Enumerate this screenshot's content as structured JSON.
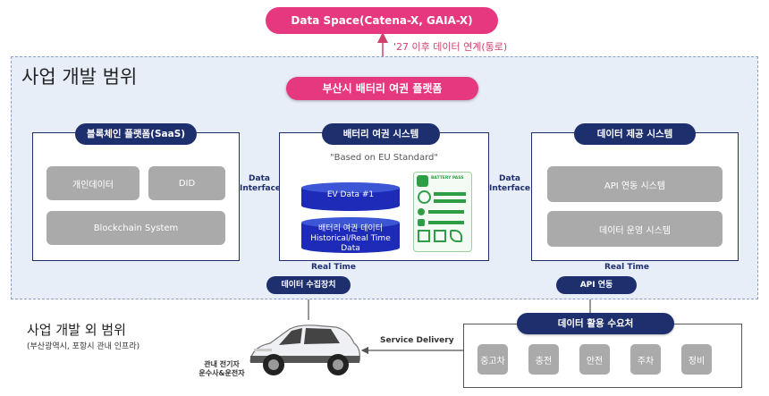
{
  "top_node": {
    "label": "Data Space(Catena-X, GAIA-X)"
  },
  "top_link_label": "'27 이후 데이터 연계(통로)",
  "scope_in_title": "사업 개발 범위",
  "center_platform": {
    "label": "부산시 배터리 여권 플랫폼"
  },
  "blockchain_panel": {
    "header": "블록체인 플랫폼(SaaS)",
    "items": [
      "개인데이터",
      "DID",
      "Blockchain System"
    ]
  },
  "passport_panel": {
    "header": "배터리 여권 시스템",
    "subtitle": "\"Based on EU Standard\"",
    "db1": "EV Data #1",
    "db2_line1": "배터리 여권 데이터",
    "db2_line2": "Historical/Real Time Data",
    "card_title": "BATTERY PASS"
  },
  "provision_panel": {
    "header": "데이터 제공 시스템",
    "items": [
      "API 연동 시스템",
      "데이터 운영 시스템"
    ]
  },
  "data_interface_label": "Data\nInterface",
  "realtime_label": "Real Time",
  "collector_label": "데이터 수집장치",
  "api_label": "API 연동",
  "scope_out_title": "사업 개발 외 범위",
  "scope_out_sub": "(부산광역시, 포항시 관내 인프라)",
  "vehicle_caption_1": "관내 전기자",
  "vehicle_caption_2": "운수사&운전자",
  "service_label": "Service Delivery",
  "consumers": {
    "header": "데이터 활용 수요처",
    "items": [
      "중고차",
      "충전",
      "안전",
      "주차",
      "정비"
    ]
  },
  "colors": {
    "navy": "#1e2f6e",
    "magenta": "#e6387f",
    "gray": "#aaaaaa",
    "scope_bg": "#e8eef8"
  }
}
